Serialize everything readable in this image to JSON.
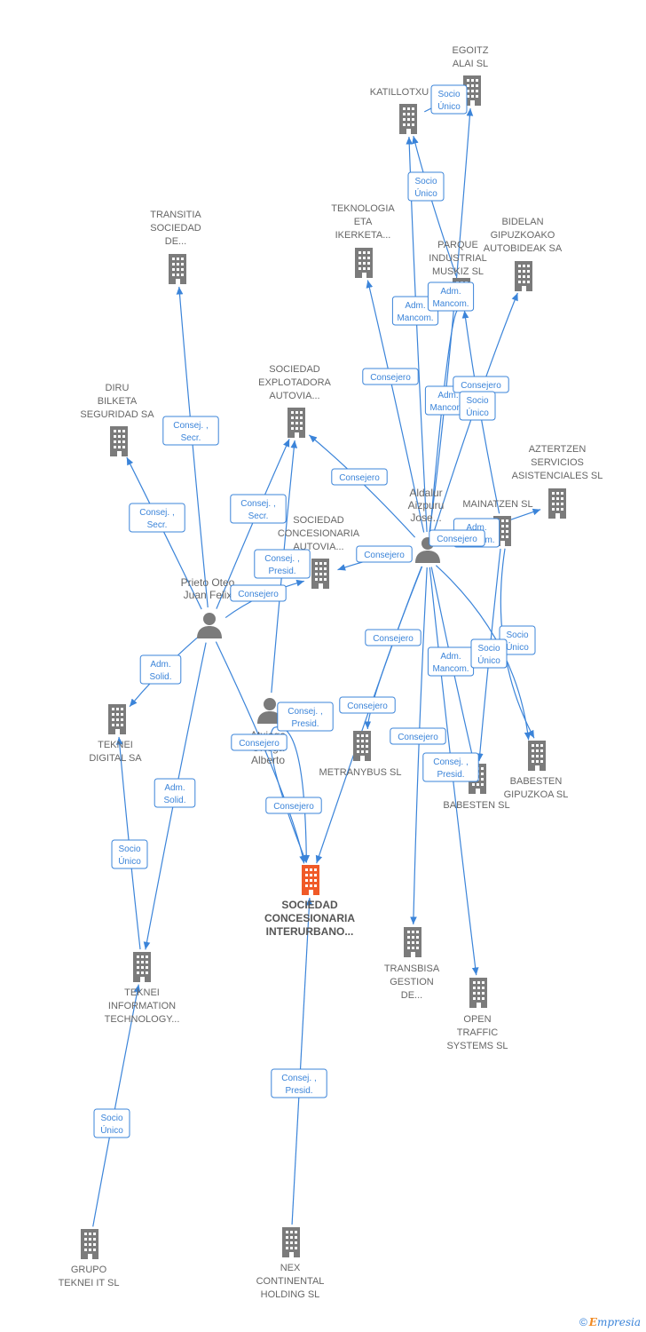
{
  "colors": {
    "edge": "#3b84d9",
    "building": "#7b7b7b",
    "main_building": "#f05a28",
    "person": "#7b7b7b"
  },
  "nodes": [
    {
      "id": "egoitz",
      "kind": "company",
      "label": [
        "EGOITZ",
        "ALAI SL"
      ]
    },
    {
      "id": "katillotxu",
      "kind": "company",
      "label": [
        "KATILLOTXU"
      ]
    },
    {
      "id": "transitia",
      "kind": "company",
      "label": [
        "TRANSITIA",
        "SOCIEDAD",
        "DE..."
      ]
    },
    {
      "id": "teknologia",
      "kind": "company",
      "label": [
        "TEKNOLOGIA",
        "ETA",
        "IKERKETA..."
      ]
    },
    {
      "id": "parque",
      "kind": "company",
      "label": [
        "PARQUE",
        "INDUSTRIAL",
        "MUSKIZ SL"
      ]
    },
    {
      "id": "bidelan",
      "kind": "company",
      "label": [
        "BIDELAN",
        "GIPUZKOAKO",
        "AUTOBIDEAK SA"
      ]
    },
    {
      "id": "diru",
      "kind": "company",
      "label": [
        "DIRU",
        "BILKETA",
        "SEGURIDAD SA"
      ]
    },
    {
      "id": "explotadora",
      "kind": "company",
      "label": [
        "SOCIEDAD",
        "EXPLOTADORA",
        "AUTOVIA..."
      ]
    },
    {
      "id": "aztertzen",
      "kind": "company",
      "label": [
        "AZTERTZEN",
        "SERVICIOS",
        "ASISTENCIALES SL"
      ]
    },
    {
      "id": "mainatzen",
      "kind": "company",
      "label": [
        "MAINATZEN SL"
      ]
    },
    {
      "id": "concesionaria_autovia",
      "kind": "company",
      "label": [
        "SOCIEDAD",
        "CONCESIONARIA",
        "AUTOVIA..."
      ]
    },
    {
      "id": "teknei_digital",
      "kind": "company",
      "label": [
        "TEKNEI",
        "DIGITAL SA"
      ]
    },
    {
      "id": "metranybus",
      "kind": "company",
      "label": [
        "METRANYBUS SL"
      ]
    },
    {
      "id": "babesten",
      "kind": "company",
      "label": [
        "BABESTEN SL"
      ]
    },
    {
      "id": "babesten_gipuzkoa",
      "kind": "company",
      "label": [
        "BABESTEN",
        "GIPUZKOA SL"
      ]
    },
    {
      "id": "main",
      "kind": "main",
      "label": [
        "SOCIEDAD",
        "CONCESIONARIA",
        "INTERURBANO..."
      ]
    },
    {
      "id": "transbisa",
      "kind": "company",
      "label": [
        "TRANSBISA",
        "GESTION",
        "DE..."
      ]
    },
    {
      "id": "teknei_it",
      "kind": "company",
      "label": [
        "TEKNEI",
        "INFORMATION",
        "TECHNOLOGY..."
      ]
    },
    {
      "id": "open_traffic",
      "kind": "company",
      "label": [
        "OPEN",
        "TRAFFIC",
        "SYSTEMS SL"
      ]
    },
    {
      "id": "grupo_teknei",
      "kind": "company",
      "label": [
        "GRUPO",
        "TEKNEI IT  SL"
      ]
    },
    {
      "id": "nex",
      "kind": "company",
      "label": [
        "NEX",
        "CONTINENTAL",
        "HOLDING  SL"
      ]
    },
    {
      "id": "prieto",
      "kind": "person",
      "label": [
        "Prieto Oteo",
        "Juan Felix"
      ]
    },
    {
      "id": "aldalur",
      "kind": "person",
      "label": [
        "Aldalur",
        "Aizpuru",
        "Jose..."
      ]
    },
    {
      "id": "alberto",
      "kind": "person",
      "label": [
        "Atxiaga",
        "Ortega",
        "Alberto"
      ]
    }
  ],
  "edges": [
    {
      "from": "prieto",
      "to": "transitia",
      "label": [
        "Consej. ,",
        "Secr."
      ]
    },
    {
      "from": "prieto",
      "to": "diru",
      "label": [
        "Consej. ,",
        "Secr."
      ]
    },
    {
      "from": "prieto",
      "to": "explotadora",
      "label": [
        "Consej. ,",
        "Secr."
      ]
    },
    {
      "from": "prieto",
      "to": "concesionaria_autovia",
      "label": [
        "Consejero"
      ]
    },
    {
      "from": "prieto",
      "to": "teknei_digital",
      "label": [
        "Adm.",
        "Solid."
      ]
    },
    {
      "from": "prieto",
      "to": "teknei_it",
      "label": [
        "Adm.",
        "Solid."
      ]
    },
    {
      "from": "prieto",
      "to": "main",
      "label": [
        "Consejero"
      ]
    },
    {
      "from": "teknei_it",
      "to": "teknei_digital",
      "label": [
        "Socio",
        "Único"
      ]
    },
    {
      "from": "grupo_teknei",
      "to": "teknei_it",
      "label": [
        "Socio",
        "Único"
      ]
    },
    {
      "from": "nex",
      "to": "main",
      "label": [
        "Consej. ,",
        "Presid."
      ]
    },
    {
      "from": "alberto",
      "to": "explotadora",
      "label": [
        "Consej. ,",
        "Presid."
      ]
    },
    {
      "from": "alberto",
      "to": "main",
      "label": [
        "Consej. ,",
        "Presid."
      ]
    },
    {
      "from": "alberto",
      "to": "main",
      "label": [
        "Consejero"
      ]
    },
    {
      "from": "aldalur",
      "to": "explotadora",
      "label": [
        "Consejero"
      ]
    },
    {
      "from": "aldalur",
      "to": "concesionaria_autovia",
      "label": [
        "Consejero"
      ]
    },
    {
      "from": "aldalur",
      "to": "teknologia",
      "label": [
        "Consejero"
      ]
    },
    {
      "from": "aldalur",
      "to": "katillotxu",
      "label": [
        "Adm.",
        "Mancom."
      ]
    },
    {
      "from": "parque",
      "to": "katillotxu",
      "label": [
        "Socio",
        "Único"
      ]
    },
    {
      "from": "katillotxu",
      "to": "egoitz",
      "label": [
        "Socio",
        "Único"
      ]
    },
    {
      "from": "aldalur",
      "to": "parque",
      "label": [
        "Adm.",
        "Mancom."
      ]
    },
    {
      "from": "aldalur",
      "to": "egoitz",
      "label": [
        "Adm.",
        "Mancom."
      ]
    },
    {
      "from": "aldalur",
      "to": "bidelan",
      "label": [
        "Consejero"
      ]
    },
    {
      "from": "mainatzen",
      "to": "parque",
      "label": [
        "Socio",
        "Único"
      ]
    },
    {
      "from": "aldalur",
      "to": "mainatzen",
      "label": [
        "Adm.",
        "Mancom."
      ]
    },
    {
      "from": "aldalur",
      "to": "aztertzen",
      "label": [
        "Consejero"
      ]
    },
    {
      "from": "aldalur",
      "to": "metranybus",
      "label": [
        "Consejero"
      ]
    },
    {
      "from": "aldalur",
      "to": "main",
      "label": [
        "Consejero"
      ]
    },
    {
      "from": "aldalur",
      "to": "transbisa",
      "label": [
        "Consejero"
      ]
    },
    {
      "from": "aldalur",
      "to": "open_traffic",
      "label": [
        "Consej. ,",
        "Presid."
      ]
    },
    {
      "from": "aldalur",
      "to": "babesten",
      "label": [
        "Adm.",
        "Mancom."
      ]
    },
    {
      "from": "aldalur",
      "to": "babesten_gipuzkoa",
      "label": [
        "Socio",
        "Único"
      ]
    },
    {
      "from": "mainatzen",
      "to": "babesten",
      "label": [
        "Socio",
        "Único"
      ]
    },
    {
      "from": "mainatzen",
      "to": "babesten_gipuzkoa",
      "label": [
        "Socio",
        "Único"
      ]
    }
  ],
  "footer": {
    "copyright": "©",
    "brand_initial": "E",
    "brand_rest": "mpresia"
  }
}
